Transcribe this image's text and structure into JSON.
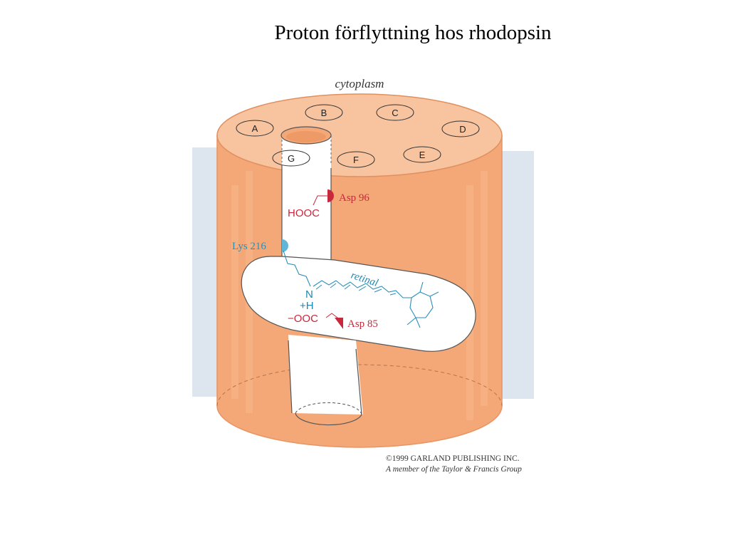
{
  "title": "Proton förflyttning hos rhodopsin",
  "labels": {
    "cytoplasm": "cytoplasm",
    "asp96": "Asp 96",
    "hooc": "HOOC",
    "lys216": "Lys 216",
    "retinal": "retinal",
    "n": "N",
    "plus_h": "+H",
    "ooc": "−OOC",
    "asp85": "Asp 85"
  },
  "helices": [
    "A",
    "B",
    "C",
    "D",
    "E",
    "F",
    "G"
  ],
  "credit": {
    "line1": "©1999 GARLAND PUBLISHING INC.",
    "line2": "A member of the Taylor & Francis Group"
  },
  "colors": {
    "membrane": "#dde6ee",
    "cylinder": "#f5a877",
    "cylinder_top": "#f8c4a0",
    "channel": "#ffffff",
    "acid": "#c8283c",
    "base": "#2a8fb8"
  }
}
